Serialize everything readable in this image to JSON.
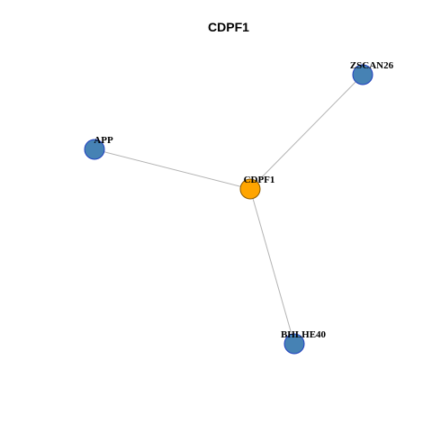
{
  "title": "CDPF1",
  "colors": {
    "center_fill": "#FFA500",
    "center_stroke": "#8B5A00",
    "neighbor_fill": "#4682B4",
    "neighbor_stroke": "#1F3FBF",
    "edge": "#B3B3B3"
  },
  "nodes": [
    {
      "id": "CDPF1",
      "label": "CDPF1",
      "role": "center"
    },
    {
      "id": "ZSCAN26",
      "label": "ZSCAN26",
      "role": "neighbor"
    },
    {
      "id": "APP",
      "label": "APP",
      "role": "neighbor"
    },
    {
      "id": "BHLHE40",
      "label": "BHLHE40",
      "role": "neighbor"
    }
  ],
  "edges": [
    {
      "source": "CDPF1",
      "target": "ZSCAN26"
    },
    {
      "source": "CDPF1",
      "target": "APP"
    },
    {
      "source": "CDPF1",
      "target": "BHLHE40"
    }
  ]
}
